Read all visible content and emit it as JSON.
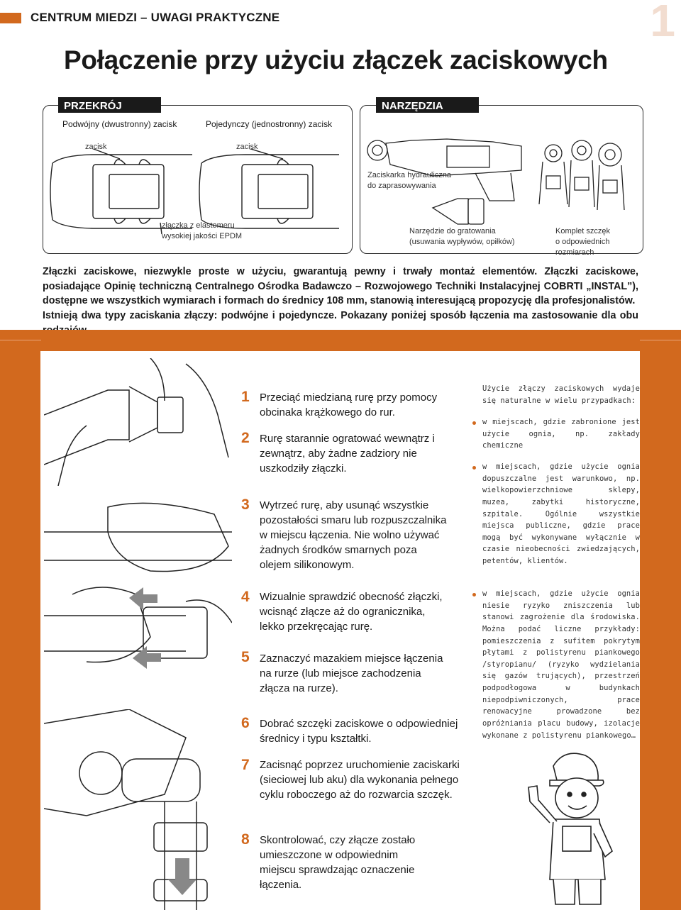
{
  "header": {
    "section": "CENTRUM MIEDZI – UWAGI PRAKTYCZNE",
    "page_number": "1",
    "title": "Połączenie przy użyciu złączek zaciskowych"
  },
  "cross_section": {
    "label": "PRZEKRÓJ",
    "double_title": "Podwójny (dwustronny) zacisk",
    "single_title": "Pojedynczy (jednostronny) zacisk",
    "double_zacisk": "zacisk",
    "single_zacisk": "zacisk",
    "seal_caption": "złączka z elastomeru\nwysokiej jakości EPDM"
  },
  "tools": {
    "label": "NARZĘDZIA",
    "press_caption": "Zaciskarka hydrauliczna\ndo zaprasowywania",
    "deburr_caption": "Narzędzie do gratowania\n(usuwania wypływów, opiłków)",
    "jaws_caption": "Komplet szczęk\no odpowiednich rozmiarach"
  },
  "intro": {
    "p1": "Złączki zaciskowe, niezwykle proste w użyciu, gwarantują pewny i trwały montaż elementów. Złączki zaciskowe, posiadające Opinię techniczną Centralnego Ośrodka Badawczo – Rozwojowego Techniki Instalacyjnej COBRTI „INSTAL”), dostępne we wszystkich wymiarach i formach do średnicy 108 mm, stanowią interesującą propozycję dla profesjonalistów.",
    "p2": "Istnieją dwa typy zaciskania złączy: podwójne i pojedyncze. Pokazany poniżej sposób łączenia ma zastosowanie dla obu rodzajów."
  },
  "steps": [
    {
      "num": "1",
      "text": "Przeciąć miedzianą rurę przy pomocy obcinaka krążkowego do rur."
    },
    {
      "num": "2",
      "text": "Rurę starannie ogratować wewnątrz i zewnątrz, aby żadne zadziory nie uszkodziły złączki."
    },
    {
      "num": "3",
      "text": "Wytrzeć rurę, aby usunąć wszystkie pozostałości smaru lub rozpuszczalnika w miejscu łączenia. Nie wolno używać żadnych środków smarnych poza olejem silikonowym."
    },
    {
      "num": "4",
      "text": "Wizualnie sprawdzić obecność złączki, wcisnąć złącze aż do ogranicznika, lekko przekręcając rurę."
    },
    {
      "num": "5",
      "text": "Zaznaczyć mazakiem miejsce łączenia na rurze (lub miejsce zachodzenia złącza na rurze)."
    },
    {
      "num": "6",
      "text": "Dobrać szczęki zaciskowe o odpowiedniej średnicy i typu kształtki."
    },
    {
      "num": "7",
      "text": "Zacisnąć poprzez uruchomienie zaciskarki (sieciowej lub aku) dla wykonania pełnego cyklu roboczego aż do rozwarcia szczęk."
    },
    {
      "num": "8",
      "text": "Skontrolować, czy złącze zostało umieszczone w odpowiednim miejscu sprawdzając oznaczenie łączenia."
    }
  ],
  "usage": {
    "intro": "Użycie złączy zaciskowych wydaje się naturalne w wielu przypadkach:",
    "items": [
      "w miejscach, gdzie zabronione jest użycie ognia, np. zakłady chemiczne",
      "w miejscach, gdzie użycie ognia dopuszczalne jest warunkowo, np. wielkopowierzchniowe sklepy, muzea, zabytki historyczne, szpitale. Ogólnie wszystkie miejsca publiczne, gdzie prace mogą być wykonywane wyłącznie w czasie nieobecności zwiedzających, petentów, klientów.",
      "w miejscach, gdzie użycie ognia niesie ryzyko zniszczenia lub stanowi zagrożenie dla środowiska. Można podać liczne przykłady: pomieszczenia z sufitem pokrytym płytami z polistyrenu piankowego /styropianu/ (ryzyko wydzielania się gazów trujących), przestrzeń podpodłogowa w budynkach niepodpiwniczonych, prace renowacyjne prowadzone bez opróżniania placu budowy, izolacje wykonane z polistyrenu piankowego…"
    ]
  }
}
